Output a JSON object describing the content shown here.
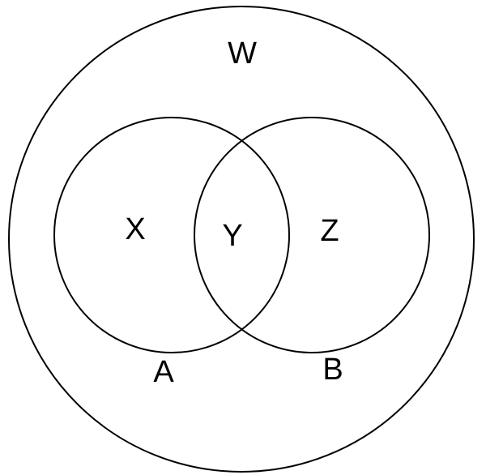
{
  "diagram": {
    "type": "venn",
    "universe_label": "W",
    "sets": [
      {
        "label": "A",
        "only_region_label": "X"
      },
      {
        "label": "B",
        "only_region_label": "Z"
      }
    ],
    "intersection_label": "Y"
  }
}
